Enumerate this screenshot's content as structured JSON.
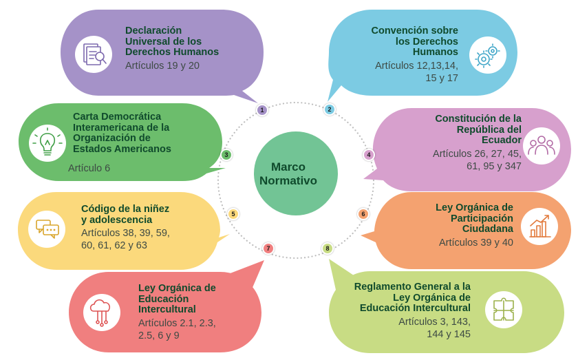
{
  "center": {
    "line1": "Marco",
    "line2": "Normativo"
  },
  "items": [
    {
      "num": "1",
      "title": [
        "Declaración",
        "Universal de los",
        "Derechos Humanos"
      ],
      "sub": [
        "Artículos 19 y 20"
      ],
      "color": "#a592c8",
      "icon": "document-search-icon"
    },
    {
      "num": "2",
      "title": [
        "Convención sobre",
        "los Derechos",
        "Humanos"
      ],
      "sub": [
        "Artículos 12,13,14,",
        "15 y 17"
      ],
      "color": "#7ccbe3",
      "icon": "gears-icon"
    },
    {
      "num": "3",
      "title": [
        "Carta Democrática",
        "Interamericana de la",
        "Organización de",
        "Estados Americanos"
      ],
      "sub": [
        "Artículo 6"
      ],
      "color": "#6cbd6c",
      "icon": "lightbulb-icon"
    },
    {
      "num": "4",
      "title": [
        "Constitución de la",
        "República del",
        "Ecuador"
      ],
      "sub": [
        "Artículos 26, 27, 45,",
        "61, 95 y 347"
      ],
      "color": "#d7a0cd",
      "icon": "people-icon"
    },
    {
      "num": "5",
      "title": [
        "Código de la niñez",
        "y adolescencia"
      ],
      "sub": [
        "Artículos 38, 39, 59,",
        "60, 61, 62 y 63"
      ],
      "color": "#fbd97c",
      "icon": "chat-bubbles-icon"
    },
    {
      "num": "6",
      "title": [
        "Ley Orgánica de",
        "Participación",
        "Ciudadana"
      ],
      "sub": [
        "Artículos 39 y 40"
      ],
      "color": "#f4a270",
      "icon": "growth-chart-icon"
    },
    {
      "num": "7",
      "title": [
        "Ley Orgánica de",
        "Educación",
        "Intercultural"
      ],
      "sub": [
        "Artículos 2.1, 2.3,",
        "2.5, 6 y 9"
      ],
      "color": "#f07f7f",
      "icon": "cloud-network-icon"
    },
    {
      "num": "8",
      "title": [
        "Reglamento General a la",
        "Ley Orgánica de",
        "Educación Intercultural"
      ],
      "sub": [
        "Artículos 3, 143,",
        "144 y 145"
      ],
      "color": "#c8dc84",
      "icon": "puzzle-icon"
    }
  ],
  "colors": {
    "center": "#72c495",
    "dots": "#b9b9b9",
    "text": "#0f4a2c"
  }
}
